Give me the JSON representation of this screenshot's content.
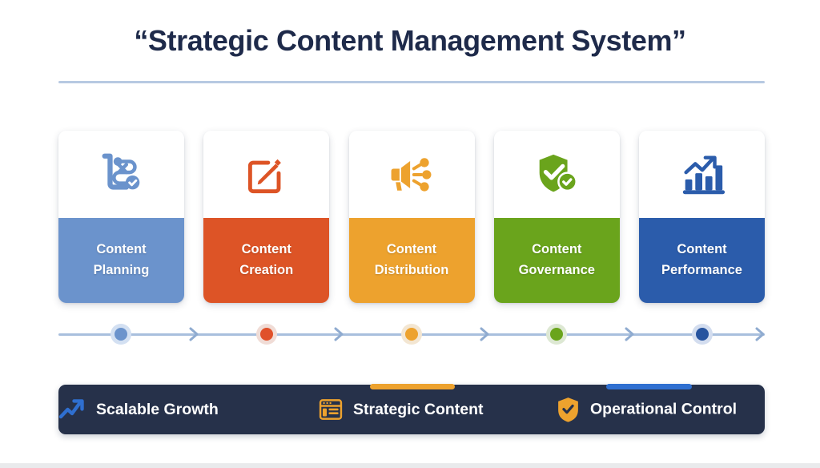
{
  "title": "“Strategic Content Management System”",
  "cards": [
    {
      "label_line1": "Content",
      "label_line2": "Planning",
      "color": "#6b93cc",
      "icon": "strategy-plan-icon"
    },
    {
      "label_line1": "Content",
      "label_line2": "Creation",
      "color": "#dd5426",
      "icon": "pencil-edit-icon"
    },
    {
      "label_line1": "Content",
      "label_line2": "Distribution",
      "color": "#eda22e",
      "icon": "megaphone-share-icon"
    },
    {
      "label_line1": "Content",
      "label_line2": "Governance",
      "color": "#6aa41c",
      "icon": "shield-check-icon"
    },
    {
      "label_line1": "Content",
      "label_line2": "Performance",
      "color": "#2b5cab",
      "icon": "bar-chart-growth-icon"
    }
  ],
  "timeline": {
    "line_color": "#a8bfdd",
    "chevron_color": "#8fabd0",
    "dots": [
      {
        "color": "#6b93cc",
        "ring": "#d3e0f2"
      },
      {
        "color": "#e0512a",
        "ring": "#f0dcd6"
      },
      {
        "color": "#eda22e",
        "ring": "#f3e6d2"
      },
      {
        "color": "#6aa41c",
        "ring": "#dde8d3"
      },
      {
        "color": "#27549f",
        "ring": "#d3ddef"
      }
    ]
  },
  "footer": {
    "background": "#26314a",
    "tab_orange_color": "#eda22e",
    "tab_blue_color": "#2f6fd0",
    "items": [
      {
        "label": "Strategic Content",
        "icon": "layout-window-icon",
        "icon_color": "#eda22e"
      },
      {
        "label": "Operational Control",
        "icon": "shield-check-icon",
        "icon_color": "#eda22e"
      },
      {
        "label": "Scalable Growth",
        "icon": "trending-up-arrow-icon",
        "icon_color": "#2f6fd0"
      }
    ]
  }
}
